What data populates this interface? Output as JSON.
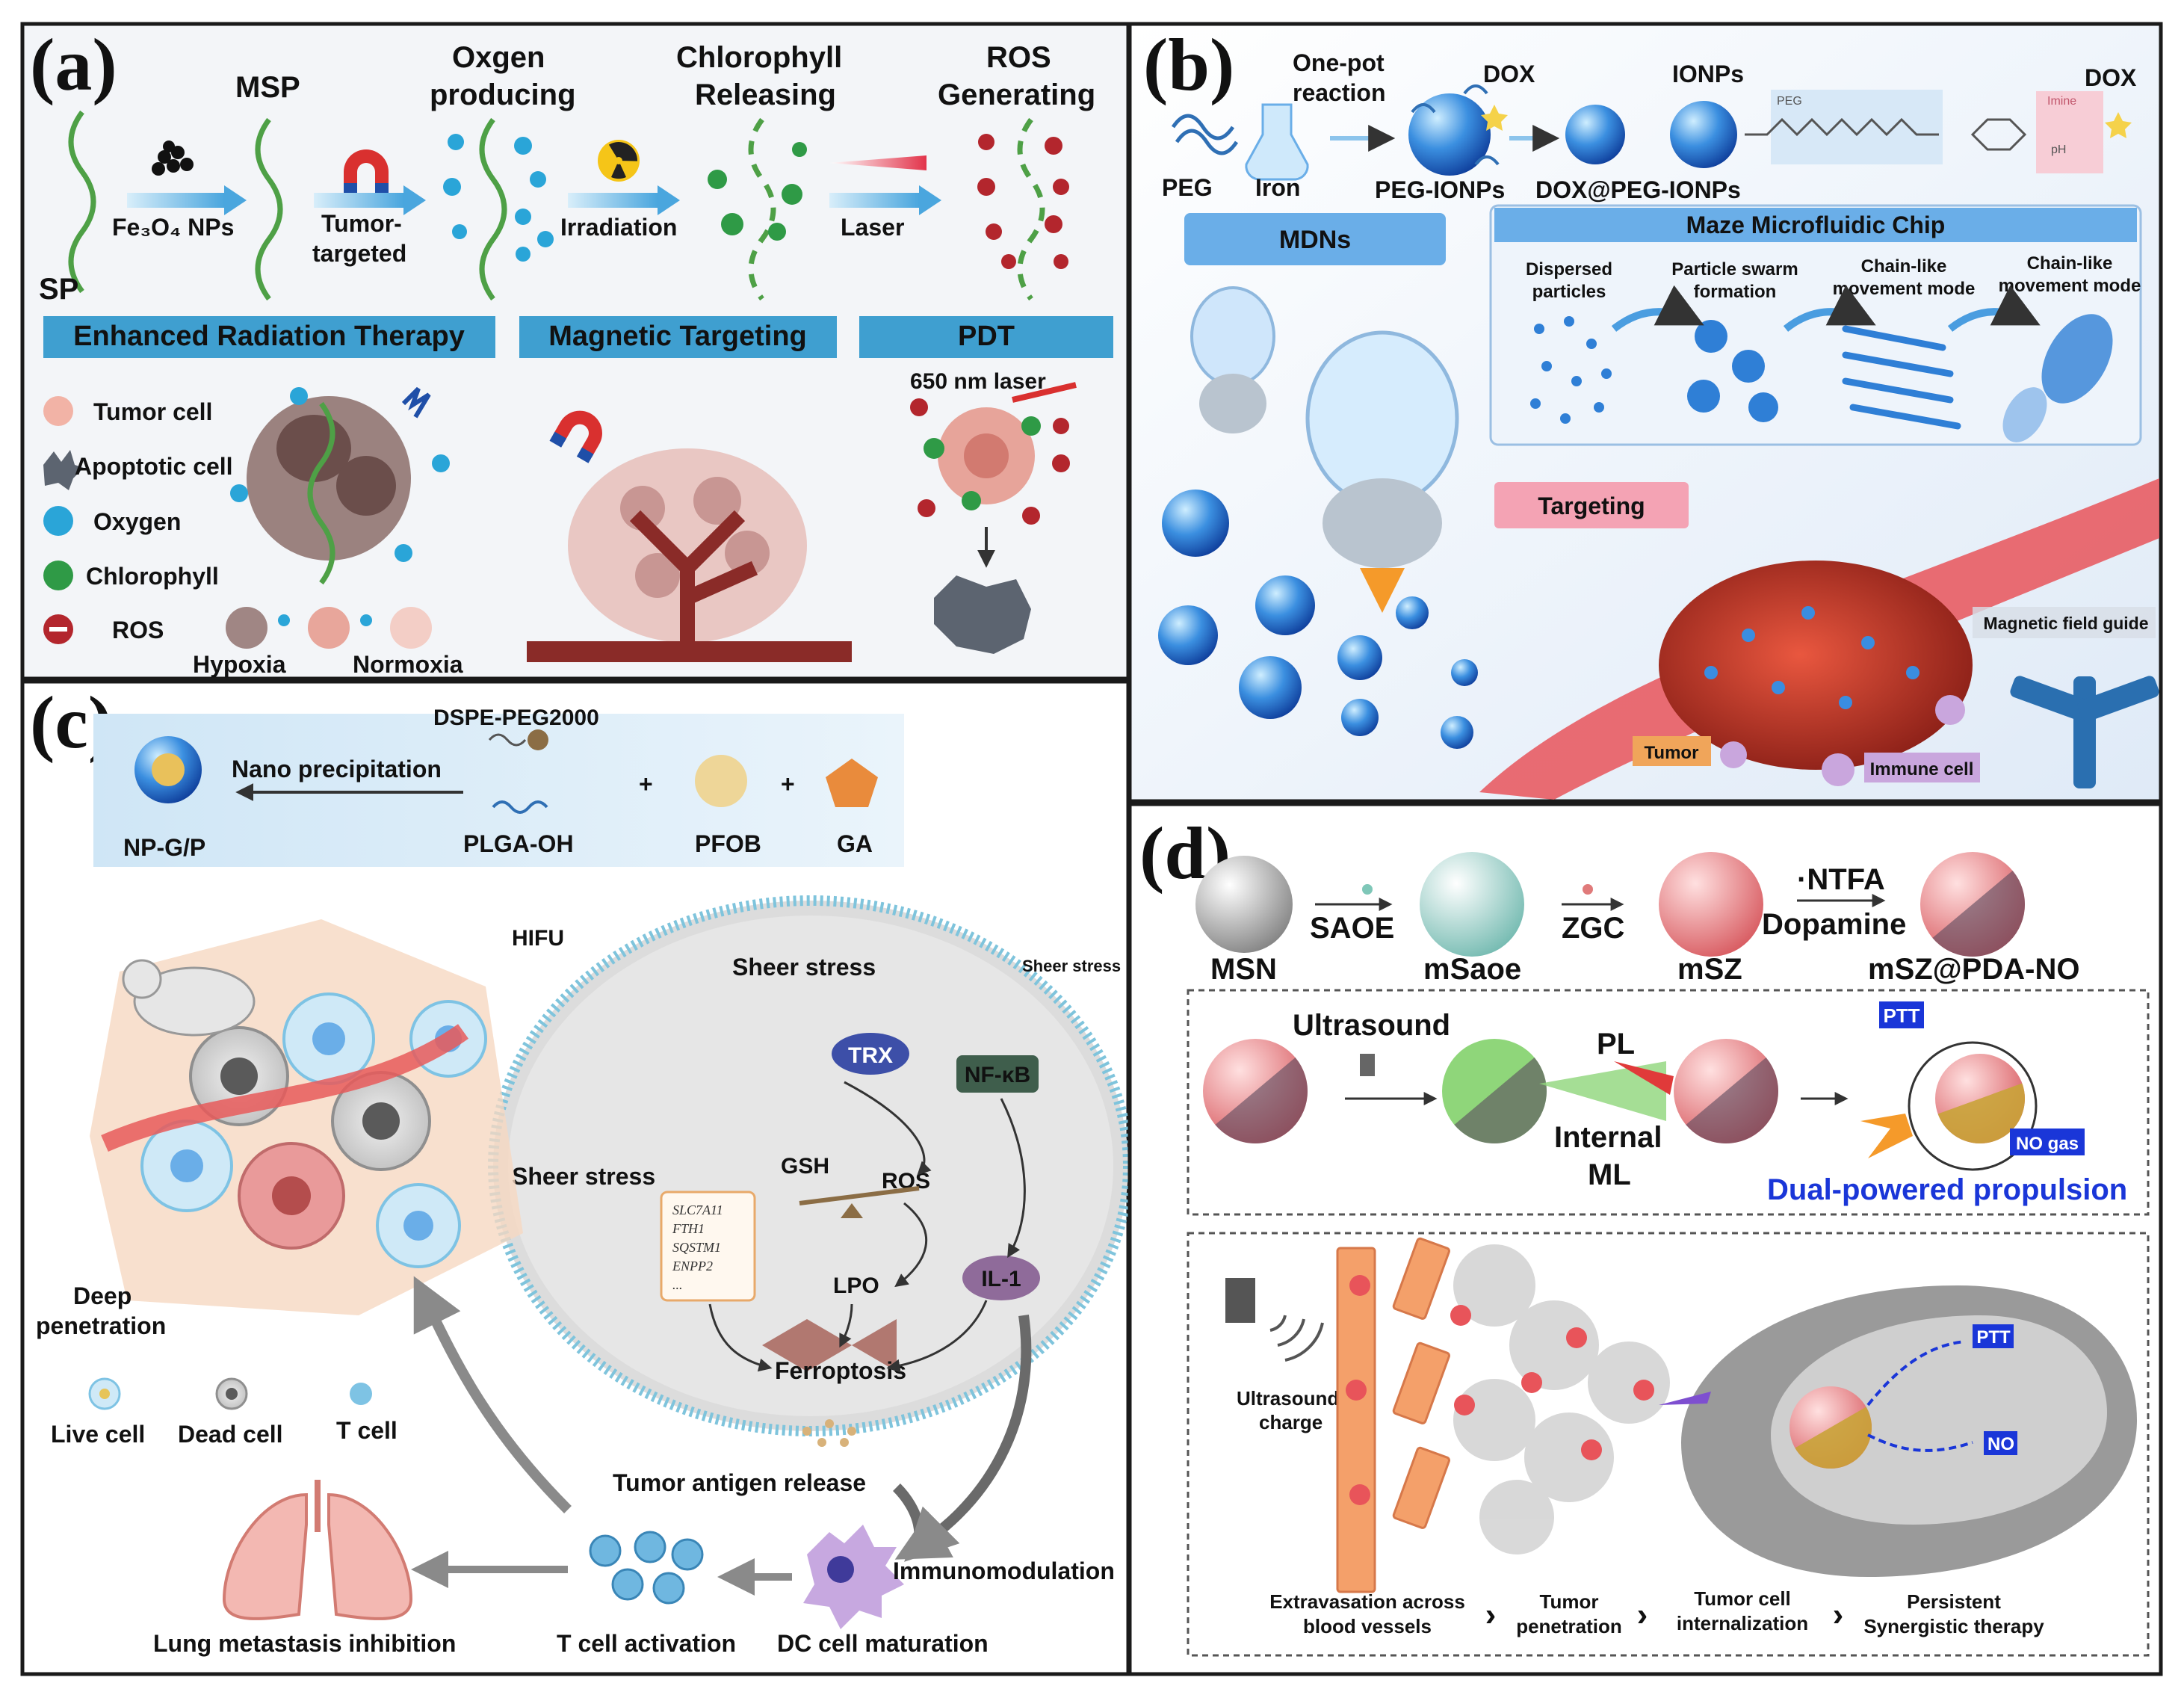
{
  "panel_a": {
    "letter": "a",
    "steps": {
      "sp": "SP",
      "msp": "MSP",
      "oxygen_1": "Oxgen",
      "oxygen_2": "producing",
      "chloro_1": "Chlorophyll",
      "chloro_2": "Releasing",
      "ros_1": "ROS",
      "ros_2": "Generating"
    },
    "arrows": {
      "fe3o4": "Fe₃O₄ NPs",
      "tumor_1": "Tumor-",
      "tumor_2": "targeted",
      "irradiation": "Irradiation",
      "laser": "Laser"
    },
    "banners": {
      "radiation": "Enhanced Radiation Therapy",
      "magnetic": "Magnetic Targeting",
      "pdt": "PDT"
    },
    "legend": [
      "Tumor cell",
      "Apoptotic cell",
      "Oxygen",
      "Chlorophyll",
      "ROS"
    ],
    "hypoxia": "Hypoxia",
    "normoxia": "Normoxia",
    "laser_650": "650 nm laser"
  },
  "panel_b": {
    "letter": "b",
    "one_pot_1": "One-pot",
    "one_pot_2": "reaction",
    "peg": "PEG",
    "iron": "Iron",
    "peg_ionps": "PEG-IONPs",
    "dox": "DOX",
    "dox_peg_ionps": "DOX@PEG-IONPs",
    "ionps": "IONPs",
    "dox_right": "DOX",
    "chem_peg": "PEG",
    "chem_imine": "Imine",
    "chem_ph": "pH",
    "mdns": "MDNs",
    "chip_title": "Maze Microfluidic Chip",
    "chip_steps": [
      [
        "Dispersed",
        "particles"
      ],
      [
        "Particle swarm",
        "formation"
      ],
      [
        "Chain-like",
        "movement mode"
      ],
      [
        "Chain-like",
        "movement mode"
      ]
    ],
    "targeting": "Targeting",
    "magnetic_field": "Magnetic field guide",
    "tumor": "Tumor",
    "immune": "Immune cell"
  },
  "panel_c": {
    "letter": "c",
    "dspe": "DSPE-PEG2000",
    "nano_precip": "Nano precipitation",
    "npgp": "NP-G/P",
    "plga": "PLGA-OH",
    "pfob": "PFOB",
    "ga": "GA",
    "plus": "+",
    "hifu": "HIFU",
    "sheer_1": "Sheer stress",
    "sheer_2": "Sheer stress",
    "sheer_3": "Sheer stress",
    "trx": "TRX",
    "nfkb": "NF-κB",
    "gsh": "GSH",
    "ros": "ROS",
    "genes": [
      "SLC7A11",
      "FTH1",
      "SQSTM1",
      "ENPP2",
      "..."
    ],
    "lpo": "LPO",
    "il1": "IL-1",
    "ferroptosis": "Ferroptosis",
    "deep_1": "Deep",
    "deep_2": "penetration",
    "live": "Live cell",
    "dead": "Dead cell",
    "tcell": "T cell",
    "antigen": "Tumor antigen release",
    "immunomod": "Immunomodulation",
    "lung": "Lung metastasis inhibition",
    "tact": "T cell activation",
    "dc": "DC cell maturation"
  },
  "panel_d": {
    "letter": "d",
    "msn": "MSN",
    "saoe": "SAOE",
    "msaoe": "mSaoe",
    "zgc": "ZGC",
    "msz": "mSZ",
    "ntfa": "·NTFA",
    "dopamine": "Dopamine",
    "mszpda": "mSZ@PDA-NO",
    "ultrasound": "Ultrasound",
    "pl": "PL",
    "internal_1": "Internal",
    "internal_2": "ML",
    "ptt": "PTT",
    "nogas": "NO gas",
    "dual": "Dual-powered propulsion",
    "us_charge_1": "Ultrasound",
    "us_charge_2": "charge",
    "ptt2": "PTT",
    "no": "NO",
    "stages": [
      [
        "Extravasation across",
        "blood vessels"
      ],
      [
        "Tumor",
        "penetration"
      ],
      [
        "Tumor cell",
        "internalization"
      ],
      [
        "Persistent",
        "Synergistic therapy"
      ]
    ],
    "sep": "›"
  },
  "colors": {
    "banner_blue": "#3f9fd0",
    "chip_blue": "#6aaee8",
    "targeting_pink": "#f4a3b4",
    "tumor_orange": "#f0a55a",
    "immune_purple": "#c9a6dd",
    "dual_blue": "#1a36d8",
    "ros_red": "#b3262d",
    "chloro_green": "#2f9a46",
    "oxygen_blue": "#2aa5d8"
  }
}
